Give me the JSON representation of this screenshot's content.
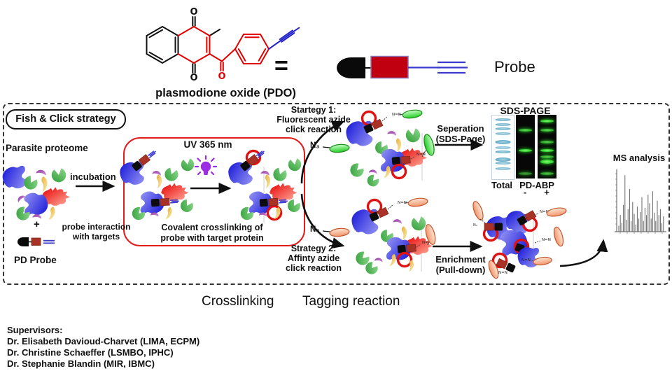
{
  "header": {
    "molecule_label": "plasmodione oxide (PDO)",
    "equals_sign": "=",
    "probe_label": "Probe",
    "oxygen": "O"
  },
  "diagram": {
    "box_title": "Fish & Click strategy",
    "parasite_proteome": "Parasite proteome",
    "plus_sign": "+",
    "pd_probe_label": "PD Probe",
    "incubation": "incubation",
    "probe_interaction": [
      "probe interaction",
      "with targets"
    ],
    "uv_label": "UV 365 nm",
    "covalent_crosslinking": [
      "Covalent crosslinking of",
      "probe with target protein"
    ],
    "strategy1": [
      "Startegy 1:",
      "Fluorescent azide",
      "click reaction"
    ],
    "strategy2": [
      "Strategy 2:",
      "Affinty azide",
      "click reaction"
    ],
    "azide_label": "N₃",
    "triazole_label": "N=N",
    "separation": [
      "Seperation",
      "(SDS-Page)"
    ],
    "enrichment": [
      "Enrichment",
      "(Pull-down)"
    ],
    "ms_label": "MS analysis"
  },
  "gel": {
    "title": "SDS-PAGE",
    "lane_total_label": "Total",
    "lane_pdabp_label": "PD-ABP",
    "minus_label": "-",
    "plus_label": "+",
    "total_bands": [
      [
        0.07,
        0.9
      ],
      [
        0.14,
        0.85
      ],
      [
        0.21,
        0.9
      ],
      [
        0.29,
        0.8
      ],
      [
        0.41,
        1,
        6
      ],
      [
        0.5,
        0.75
      ],
      [
        0.57,
        0.95
      ],
      [
        0.68,
        1,
        6
      ],
      [
        0.75,
        0.85
      ],
      [
        0.84,
        0.8
      ]
    ],
    "minus_bands": [
      [
        0.24,
        0.85
      ],
      [
        0.56,
        1
      ],
      [
        0.92,
        0.6
      ]
    ],
    "plus_bands": [
      [
        0.1,
        1
      ],
      [
        0.24,
        0.85
      ],
      [
        0.43,
        0.8
      ],
      [
        0.56,
        1
      ],
      [
        0.66,
        0.8
      ],
      [
        0.72,
        1,
        6
      ],
      [
        0.92,
        0.75
      ]
    ]
  },
  "footer": {
    "crosslinking_label": "Crosslinking",
    "tagging_label": "Tagging reaction"
  },
  "supervisors": {
    "heading": "Supervisors:",
    "names": [
      "Dr. Elisabeth Davioud-Charvet (LIMA, ECPM)",
      "Dr. Christine Schaeffer (LSMBO, IPHC)",
      "Dr. Stephanie Blandin (MIR, IBMC)"
    ]
  },
  "colors": {
    "probe_red": "#c00010",
    "probe_dark_red": "#a93226",
    "crosslink_red": "#e01111",
    "alkyne_blue": "#3a3ad0",
    "uv_purple": "#9d2ce6",
    "fluor_green": "#33dd33",
    "affinity_orange": "#f09a6e",
    "gel_band_blue": "#6fb3cc",
    "gel_band_green": "#2ee02e"
  },
  "ms_spectrum": {
    "peaks": [
      0.1,
      0.28,
      0.15,
      0.45,
      0.95,
      0.2,
      0.38,
      0.72,
      0.18,
      0.5,
      0.3,
      0.12,
      0.42,
      0.22,
      0.33,
      0.58,
      0.18,
      0.4,
      0.28,
      0.62,
      0.48,
      0.22,
      0.68,
      0.32,
      0.18,
      0.52,
      0.28,
      0.38,
      0.14,
      0.26
    ]
  }
}
